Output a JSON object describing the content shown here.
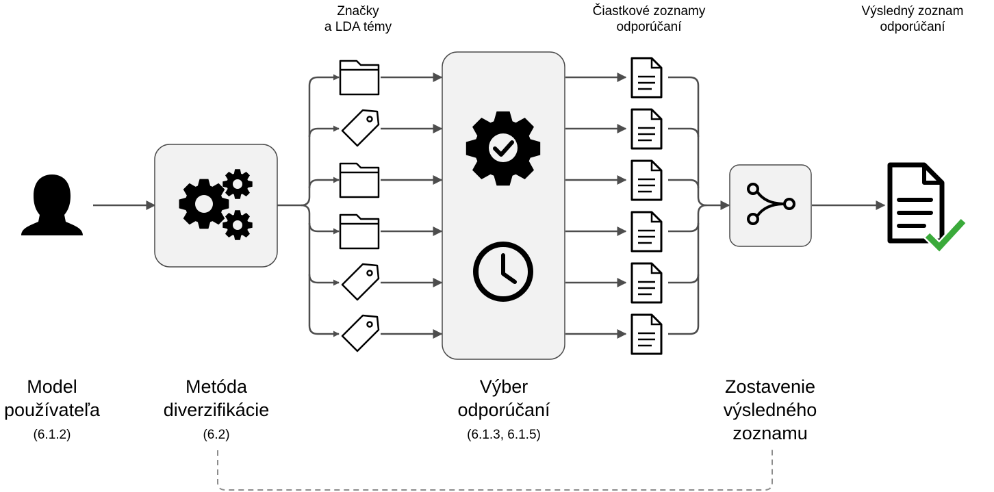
{
  "headers": {
    "tags_topics": [
      "Značky",
      "a LDA témy"
    ],
    "partial_lists": [
      "Čiastkové zoznamy",
      "odporúčaní"
    ],
    "final_list": [
      "Výsledný zoznam",
      "odporúčaní"
    ]
  },
  "stages": {
    "user_model": {
      "title": [
        "Model",
        "používateľa"
      ],
      "ref": "(6.1.2)"
    },
    "diversification": {
      "title": [
        "Metóda",
        "diverzifikácie"
      ],
      "ref": "(6.2)"
    },
    "selection": {
      "title": [
        "Výber",
        "odporúčaní"
      ],
      "ref": "(6.1.3, 6.1.5)"
    },
    "composition": {
      "title": [
        "Zostavenie",
        "výsledného",
        "zoznamu"
      ]
    }
  },
  "inputs": [
    {
      "icon": "folder-icon"
    },
    {
      "icon": "tag-icon"
    },
    {
      "icon": "folder-icon"
    },
    {
      "icon": "folder-icon"
    },
    {
      "icon": "tag-icon"
    },
    {
      "icon": "tag-icon"
    }
  ],
  "partial_list_count": 6,
  "icons": {
    "user": "user-silhouette-icon",
    "diversification": "gears-icon",
    "selection": [
      "gear-check-icon",
      "clock-icon"
    ],
    "composition": "merge-icon",
    "result": "document-check-icon"
  },
  "colors": {
    "box_fill": "#f2f2f2",
    "box_stroke": "#4a4a4a",
    "arrow": "#4d4d4d",
    "dashed": "#8c8c8c",
    "check_green": "#3aaa3a"
  }
}
